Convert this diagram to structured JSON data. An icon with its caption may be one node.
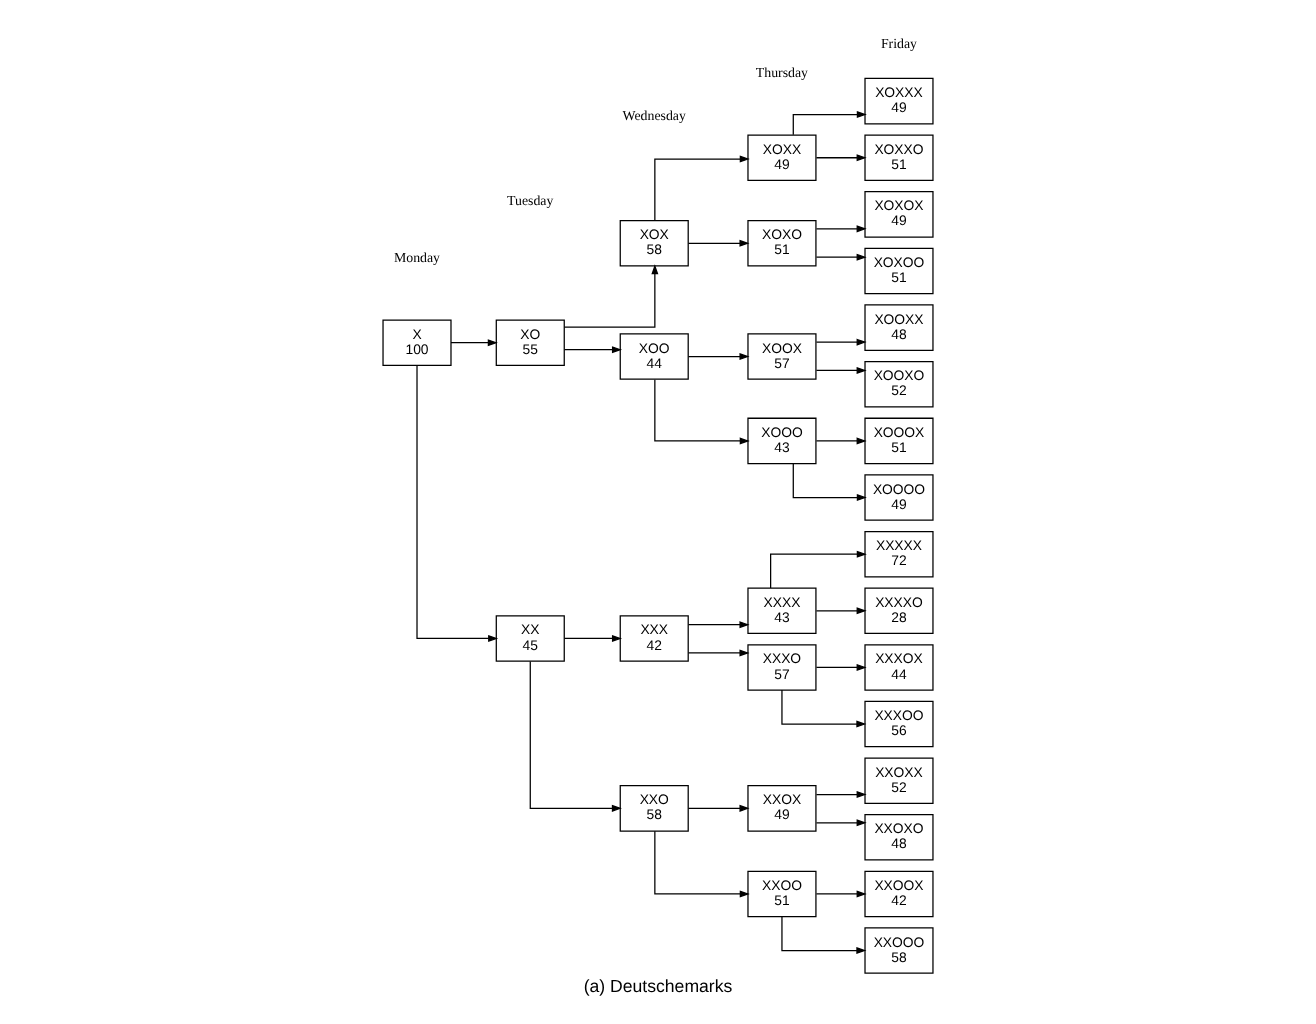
{
  "diagram": {
    "caption": "(a) Deutschemarks",
    "nodes": [
      {
        "text": [
          "X",
          "100"
        ]
      },
      {
        "text": [
          "XO",
          "55"
        ]
      },
      {
        "text": [
          "XX",
          "45"
        ]
      },
      {
        "text": [
          "XOX",
          "58"
        ]
      },
      {
        "text": [
          "XOO",
          "44"
        ]
      },
      {
        "text": [
          "XXX",
          "42"
        ]
      },
      {
        "text": [
          "XXO",
          "58"
        ]
      },
      {
        "text": [
          "XOXX",
          "49"
        ]
      },
      {
        "text": [
          "XOXO",
          "51"
        ]
      },
      {
        "text": [
          "XOOX",
          "57"
        ]
      },
      {
        "text": [
          "XOOO",
          "43"
        ]
      },
      {
        "text": [
          "XXXX",
          "43"
        ]
      },
      {
        "text": [
          "XXXO",
          "57"
        ]
      },
      {
        "text": [
          "XXOX",
          "49"
        ]
      },
      {
        "text": [
          "XXOO",
          "51"
        ]
      },
      {
        "text": [
          "XOXXX",
          "49"
        ]
      },
      {
        "text": [
          "XOXXO",
          "51"
        ]
      },
      {
        "text": [
          "XOXOX",
          "49"
        ]
      },
      {
        "text": [
          "XOXOO",
          "51"
        ]
      },
      {
        "text": [
          "XOOXX",
          "48"
        ]
      },
      {
        "text": [
          "XOOXO",
          "52"
        ]
      },
      {
        "text": [
          "XOOOX",
          "51"
        ]
      },
      {
        "text": [
          "XOOOO",
          "49"
        ]
      },
      {
        "text": [
          "XXXXX",
          "72"
        ]
      },
      {
        "text": [
          "XXXXO",
          "28"
        ]
      },
      {
        "text": [
          "XXXOX",
          "44"
        ]
      },
      {
        "text": [
          "XXXOO",
          "56"
        ]
      },
      {
        "text": [
          "XXOXX",
          "52"
        ]
      },
      {
        "text": [
          "XXOXO",
          "48"
        ]
      },
      {
        "text": [
          "XXOOX",
          "42"
        ]
      },
      {
        "text": [
          "XXOOO",
          "58"
        ]
      }
    ],
    "edges": [
      {
        "from": 0,
        "to": 1,
        "arrow": "to"
      },
      {
        "from": 0,
        "to": 2,
        "arrow": "to"
      },
      {
        "from": 1,
        "to": 3,
        "arrow": "to"
      },
      {
        "from": 1,
        "to": 4,
        "arrow": "to"
      },
      {
        "from": 2,
        "to": 5,
        "arrow": "to"
      },
      {
        "from": 2,
        "to": 6,
        "arrow": "to"
      },
      {
        "from": 3,
        "to": 7,
        "arrow": "to"
      },
      {
        "from": 3,
        "to": 8,
        "arrow": "to"
      },
      {
        "from": 4,
        "to": 9,
        "arrow": "to"
      },
      {
        "from": 4,
        "to": 10,
        "arrow": "to"
      },
      {
        "from": 5,
        "to": 11,
        "arrow": "to"
      },
      {
        "from": 5,
        "to": 12,
        "arrow": "to"
      },
      {
        "from": 6,
        "to": 13,
        "arrow": "to"
      },
      {
        "from": 6,
        "to": 14,
        "arrow": "to"
      },
      {
        "from": 7,
        "to": 15,
        "arrow": "to"
      },
      {
        "from": 7,
        "to": 16,
        "arrow": "to"
      },
      {
        "from": 8,
        "to": 17,
        "arrow": "to"
      },
      {
        "from": 8,
        "to": 18,
        "arrow": "to"
      },
      {
        "from": 9,
        "to": 19,
        "arrow": "to"
      },
      {
        "from": 9,
        "to": 20,
        "arrow": "to"
      },
      {
        "from": 10,
        "to": 21,
        "arrow": "to"
      },
      {
        "from": 10,
        "to": 22,
        "arrow": "to"
      },
      {
        "from": 11,
        "to": 23,
        "arrow": "to"
      },
      {
        "from": 11,
        "to": 24,
        "arrow": "to"
      },
      {
        "from": 12,
        "to": 25,
        "arrow": "to"
      },
      {
        "from": 12,
        "to": 26,
        "arrow": "to"
      },
      {
        "from": 13,
        "to": 27,
        "arrow": "to"
      },
      {
        "from": 13,
        "to": 28,
        "arrow": "to"
      },
      {
        "from": 14,
        "to": 29,
        "arrow": "to"
      },
      {
        "from": 14,
        "to": 30,
        "arrow": "to"
      }
    ],
    "labels": [
      "Monday",
      "Tuesday",
      "Wednesday",
      "Thursday",
      "Friday"
    ]
  }
}
